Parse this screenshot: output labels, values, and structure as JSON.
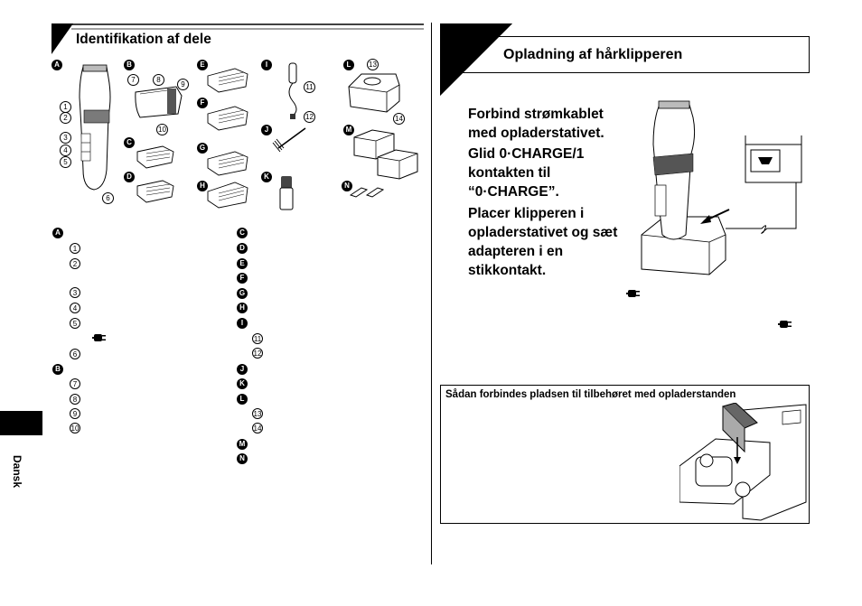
{
  "left": {
    "heading": "Identifikation af dele",
    "parts": {
      "A": {
        "badge": "A",
        "callouts": [
          "1",
          "2",
          "3",
          "4",
          "5",
          "6"
        ]
      },
      "B": {
        "badge": "B",
        "callouts": [
          "7",
          "8",
          "9",
          "10"
        ]
      },
      "C": {
        "badge": "C"
      },
      "D": {
        "badge": "D"
      },
      "E": {
        "badge": "E"
      },
      "F": {
        "badge": "F"
      },
      "G": {
        "badge": "G"
      },
      "H": {
        "badge": "H"
      },
      "I": {
        "badge": "I",
        "callouts": [
          "11",
          "12"
        ]
      },
      "J": {
        "badge": "J"
      },
      "K": {
        "badge": "K"
      },
      "L": {
        "badge": "L",
        "callouts": [
          "13",
          "14"
        ]
      },
      "M": {
        "badge": "M"
      },
      "N": {
        "badge": "N"
      }
    },
    "legend_col1": [
      "A",
      "1",
      "2",
      "3",
      "4",
      "5",
      "6",
      "B",
      "7",
      "8",
      "9",
      "10"
    ],
    "legend_col2": [
      "C",
      "D",
      "E",
      "F",
      "G",
      "H",
      "I",
      "11",
      "12",
      "J",
      "K",
      "L",
      "13",
      "14",
      "M",
      "N"
    ]
  },
  "side_tab": "Dansk",
  "right": {
    "heading": "Opladning af hårklipperen",
    "steps": [
      "Forbind strømkablet med opladerstativet.",
      "Glid 0·CHARGE/1 kontakten til “0·CHARGE”.",
      "Placer klipperen i opladerstativet og sæt adapteren i en stikkontakt."
    ],
    "box_title": "Sådan forbindes pladsen til tilbehøret med opladerstanden"
  }
}
